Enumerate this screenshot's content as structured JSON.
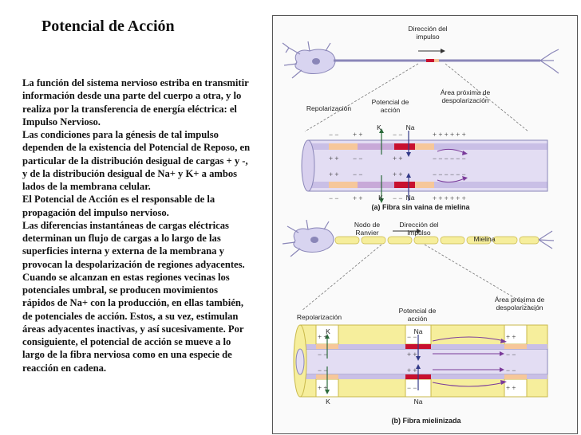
{
  "title": "Potencial de Acción",
  "paragraphs": [
    "La función del sistema nervioso estriba en transmitir información desde una parte del cuerpo a otra, y lo realiza por la transferencia de energía eléctrica: el Impulso Nervioso.",
    "Las condiciones para la génesis de tal impulso dependen de la existencia del Potencial de Reposo, en particular de la distribución desigual de cargas + y -, y de la distribución desigual de Na+ y K+ a ambos lados de la membrana celular.",
    "El Potencial de Acción es el responsable de la propagación del impulso nervioso.",
    "Las diferencias instantáneas de cargas eléctricas determinan un flujo de cargas a lo largo de las superficies interna y externa de la membrana y provocan la despolarización de regiones adyacentes. Cuando se alcanzan en estas regiones vecinas los potenciales umbral, se producen movimientos rápidos de Na+ con la producción, en ellas también, de potenciales de acción. Estos, a su vez, estimulan áreas adyacentes inactivas, y así sucesivamente. Por consiguiente, el potencial de acción se mueve a lo largo de la fibra nerviosa como en una especie de reacción en cadena."
  ],
  "figure": {
    "a": {
      "direction": "Dirección del impulso",
      "repol": "Repolarización",
      "ap": "Potencial de acción",
      "depol": "Área próxima de despolarización",
      "k": "K",
      "na": "Na",
      "caption": "(a) Fibra sin vaina de mielina"
    },
    "b": {
      "node": "Nodo de Ranvier",
      "direction": "Dirección del impulso",
      "myelin": "Mielina",
      "repol": "Repolarización",
      "ap": "Potencial de acción",
      "depol": "Área próxima de despolarización",
      "k": "K",
      "na": "Na",
      "caption": "(b) Fibra mielinizada"
    }
  },
  "colors": {
    "membrane": "#c9bfe6",
    "axon_inner": "#e3ddf3",
    "ap_red": "#c8102e",
    "repol_peach": "#f6c79a",
    "myelin_yellow": "#f6ee9c",
    "arrow_purple": "#7a3a9a"
  }
}
